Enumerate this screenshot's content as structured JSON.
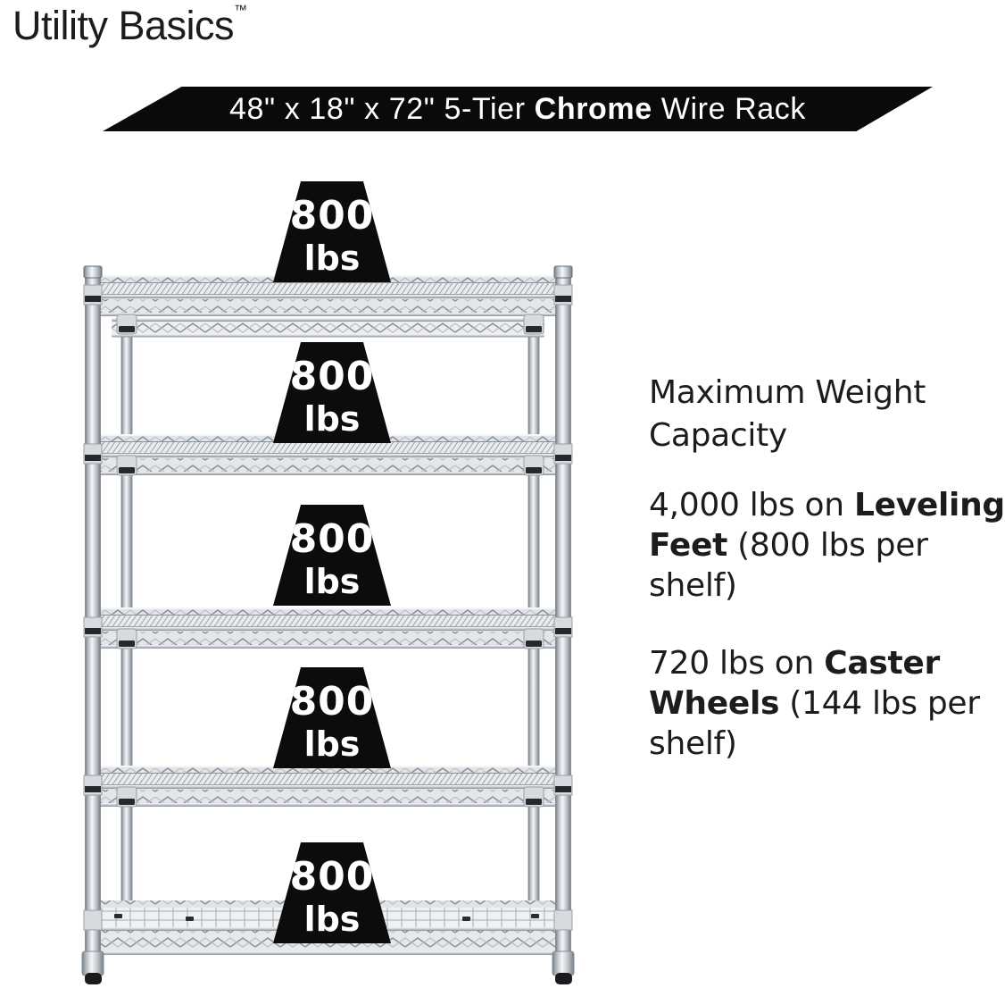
{
  "brand": {
    "name": "Utility Basics",
    "trademark": "™"
  },
  "banner": {
    "segments": [
      {
        "text": "48\" x 18\" x 72\" 5-Tier ",
        "bold": false
      },
      {
        "text": "Chrome",
        "bold": true
      },
      {
        "text": " Wire Rack",
        "bold": false
      }
    ]
  },
  "rack": {
    "tiers": 5,
    "finish": "chrome",
    "description": "5-tier chrome wire shelving rack with leveling feet"
  },
  "capacity_markers": [
    {
      "value": "800",
      "unit": "lbs"
    },
    {
      "value": "800",
      "unit": "lbs"
    },
    {
      "value": "800",
      "unit": "lbs"
    },
    {
      "value": "800",
      "unit": "lbs"
    },
    {
      "value": "800",
      "unit": "lbs"
    }
  ],
  "info": {
    "heading": "Maximum Weight Capacity",
    "paragraphs": [
      {
        "segments": [
          {
            "text": "4,000 lbs on ",
            "bold": false
          },
          {
            "text": "Leveling Feet",
            "bold": true
          },
          {
            "text": " (800 lbs per shelf)",
            "bold": false
          }
        ]
      },
      {
        "segments": [
          {
            "text": "720 lbs on ",
            "bold": false
          },
          {
            "text": "Caster Wheels",
            "bold": true
          },
          {
            "text": " (144 lbs per shelf)",
            "bold": false
          }
        ]
      }
    ]
  },
  "colors": {
    "banner_bg": "#0a0a0a",
    "banner_fg": "#ffffff",
    "marker_bg": "#0c0c0d",
    "marker_fg": "#ffffff",
    "text": "#1b1c1e",
    "chrome_light": "#f2f4f6",
    "chrome_mid": "#c6cbd1",
    "chrome_dark": "#7c828a"
  }
}
